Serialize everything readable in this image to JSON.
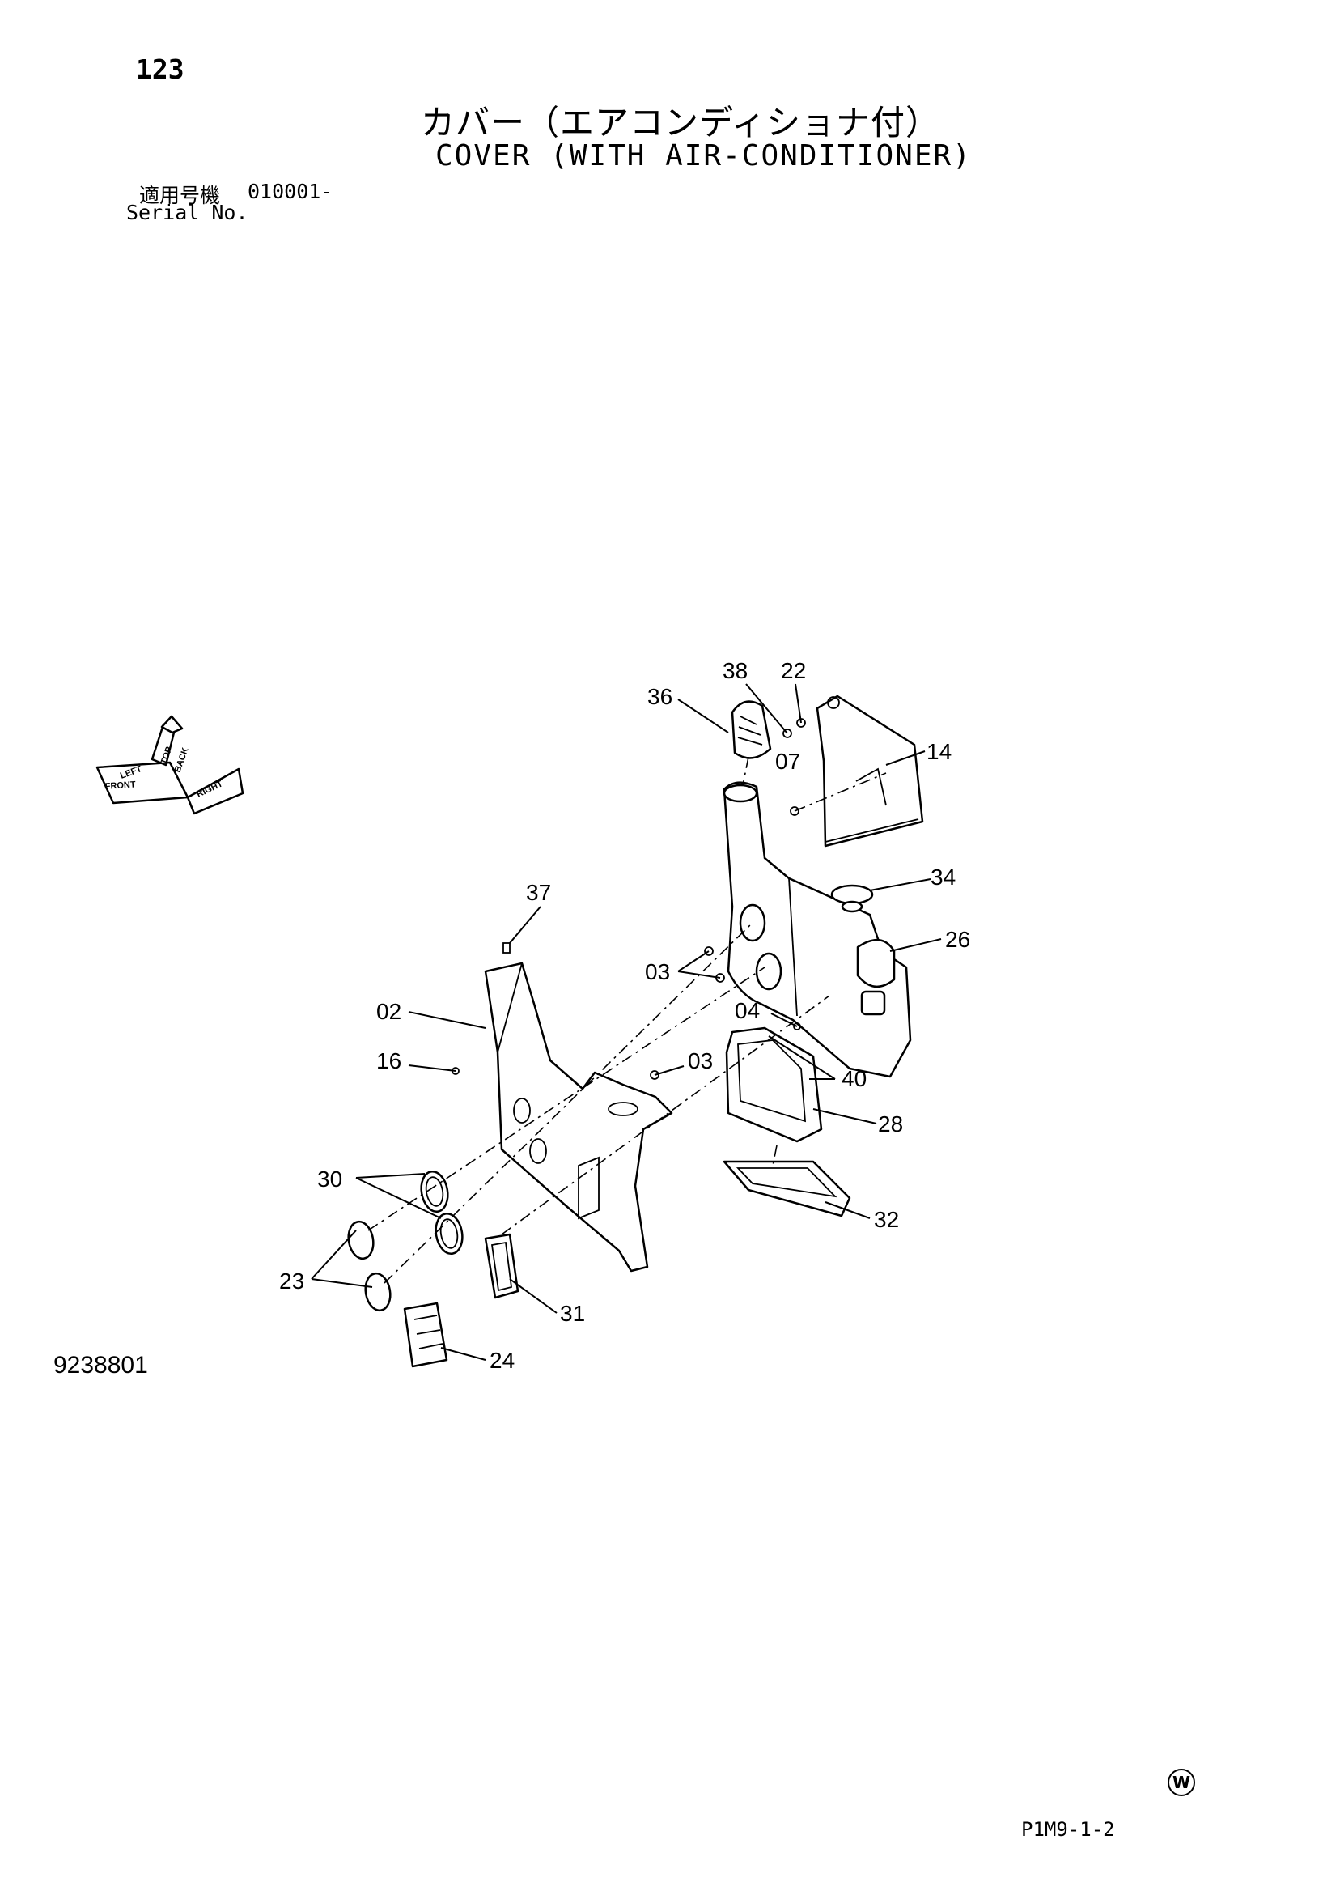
{
  "header": {
    "page_number": "123",
    "title_jp": "カバー（エアコンディショナ付）",
    "title_en": "COVER (WITH AIR-CONDITIONER)",
    "serial_label_jp": "適用号機",
    "serial_value": "010001-",
    "serial_label_en": "Serial No."
  },
  "orientation": {
    "labels": [
      "TOP",
      "FRONT",
      "BACK",
      "RIGHT",
      "LEFT"
    ]
  },
  "callouts": {
    "p02": "02",
    "p03a": "03",
    "p03b": "03",
    "p04": "04",
    "p07": "07",
    "p14": "14",
    "p16": "16",
    "p22": "22",
    "p23": "23",
    "p24": "24",
    "p26": "26",
    "p28": "28",
    "p30": "30",
    "p31": "31",
    "p32": "32",
    "p34": "34",
    "p36": "36",
    "p37": "37",
    "p38": "38",
    "p40": "40"
  },
  "footer": {
    "drawing_number": "9238801",
    "mark": "W",
    "page_code": "P1M9-1-2"
  }
}
